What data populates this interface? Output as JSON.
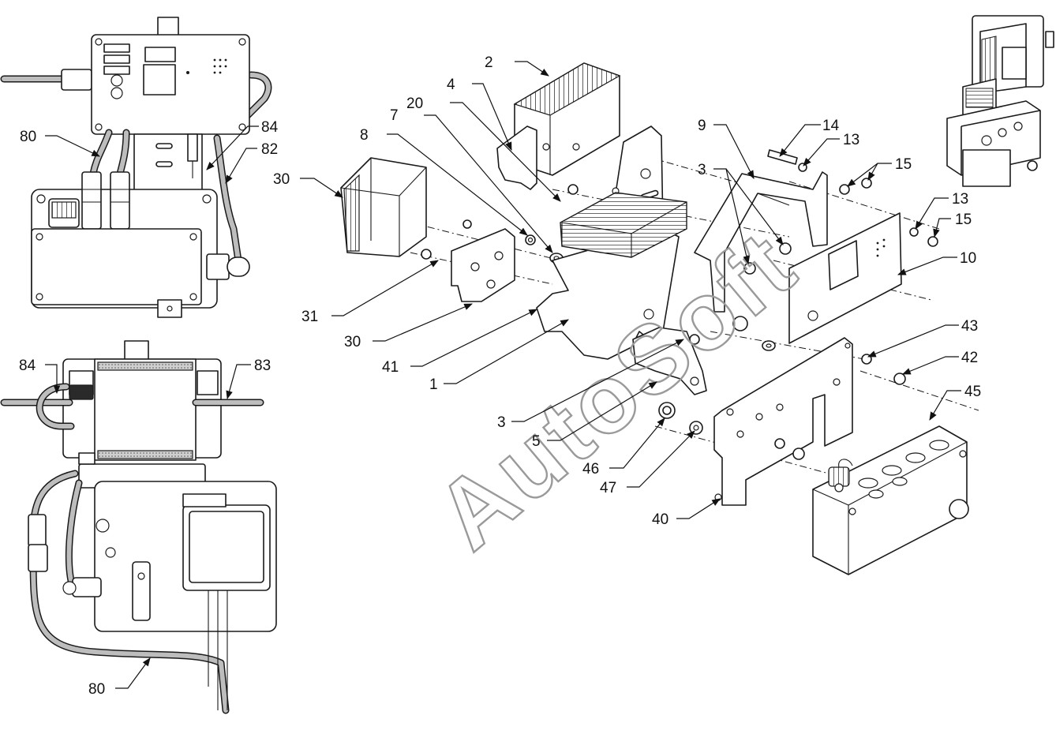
{
  "figure": {
    "watermark": "AutoSoft",
    "callouts": {
      "c2": "2",
      "c4": "4",
      "c20": "20",
      "c7": "7",
      "c8": "8",
      "c30a": "30",
      "c31": "31",
      "c30b": "30",
      "c41": "41",
      "c1": "1",
      "c3a": "3",
      "c5": "5",
      "c46": "46",
      "c47": "47",
      "c40": "40",
      "c9": "9",
      "c14": "14",
      "c13a": "13",
      "c3b": "3",
      "c15a": "15",
      "c13b": "13",
      "c15b": "15",
      "c10": "10",
      "c43": "43",
      "c42": "42",
      "c45": "45",
      "c80a": "80",
      "c84a": "84",
      "c82": "82",
      "c84b": "84",
      "c83": "83",
      "c80b": "80"
    }
  }
}
